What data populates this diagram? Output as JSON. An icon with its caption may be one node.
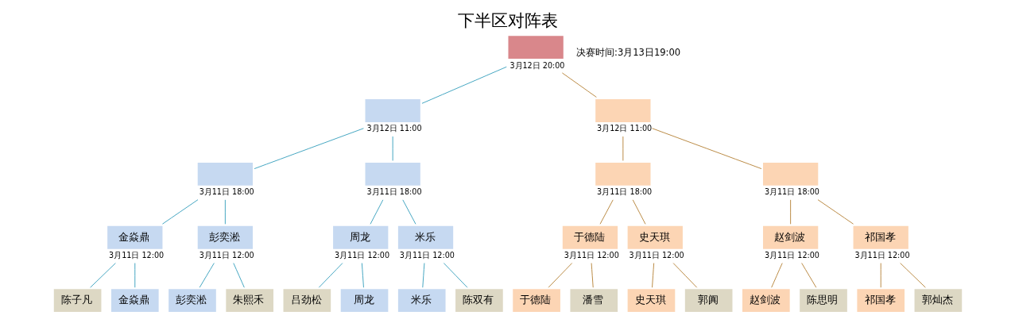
{
  "diagram": {
    "title": "下半区对阵表",
    "nodes": [
      {
        "text": [],
        "shape": "box",
        "beside": [
          "3月12日 20:00"
        ]
      },
      {
        "text": [],
        "shape": "box",
        "beside": [
          "3月12日 11:00"
        ]
      },
      {
        "text": [],
        "shape": "box",
        "beside": [
          "3月12日 11:00"
        ]
      },
      {
        "text": [],
        "shape": "box",
        "beside": [
          "3月11日 18:00"
        ]
      },
      {
        "text": [],
        "shape": "box",
        "beside": [
          "3月11日 18:00"
        ]
      },
      {
        "text": [],
        "shape": "box",
        "beside": [
          "3月11日 18:00"
        ]
      },
      {
        "text": [],
        "shape": "box",
        "beside": [
          "3月11日 18:00"
        ]
      },
      {
        "text": [
          "金焱鼎"
        ],
        "beside": [
          "3月11日 12:00"
        ]
      },
      {
        "text": [
          "彭奕淞"
        ],
        "beside": [
          "3月11日 12:00"
        ]
      },
      {
        "text": [
          "周龙"
        ],
        "beside": [
          "3月11日 12:00"
        ]
      },
      {
        "text": [
          "米乐"
        ],
        "beside": [
          "3月11日 12:00"
        ]
      },
      {
        "text": [
          "于德陆"
        ],
        "beside": [
          "3月11日 12:00"
        ]
      },
      {
        "text": [
          "史天琪"
        ],
        "beside": [
          "3月11日 12:00"
        ]
      },
      {
        "text": [
          "赵剑波"
        ],
        "beside": [
          "3月11日 12:00"
        ]
      },
      {
        "text": [
          "祁国孝"
        ],
        "beside": [
          "3月11日 12:00"
        ]
      },
      {
        "text": [
          "陈子凡"
        ]
      },
      {
        "text": [
          "金焱鼎"
        ]
      },
      {
        "text": [
          "彭奕淞"
        ]
      },
      {
        "text": [
          "朱熙禾"
        ]
      },
      {
        "text": [
          "吕劲松"
        ]
      },
      {
        "text": [
          "周龙"
        ]
      },
      {
        "text": [
          "米乐"
        ]
      },
      {
        "text": [
          "陈双有"
        ]
      },
      {
        "text": [
          "于德陆"
        ]
      },
      {
        "text": [
          "潘雪"
        ]
      },
      {
        "text": [
          "史天琪"
        ]
      },
      {
        "text": [
          "郭阗"
        ]
      },
      {
        "text": [
          "赵剑波"
        ]
      },
      {
        "text": [
          "陈思明"
        ]
      },
      {
        "text": [
          "祁国孝"
        ]
      },
      {
        "text": [
          "郭灿杰"
        ]
      }
    ],
    "edges": [
      {
        "from": 0,
        "to": 1,
        "arrow": "none",
        "color": "#3fa3c0"
      },
      {
        "from": 0,
        "to": 2,
        "arrow": "none",
        "color": "#b8873f"
      },
      {
        "from": 1,
        "to": 3,
        "arrow": "none",
        "color": "#3fa3c0"
      },
      {
        "from": 1,
        "to": 4,
        "arrow": "none",
        "color": "#3fa3c0"
      },
      {
        "from": 2,
        "to": 5,
        "arrow": "none",
        "color": "#b8873f"
      },
      {
        "from": 2,
        "to": 6,
        "arrow": "none",
        "color": "#b8873f"
      },
      {
        "from": 3,
        "to": 7,
        "arrow": "none",
        "color": "#3fa3c0"
      },
      {
        "from": 3,
        "to": 8,
        "arrow": "none",
        "color": "#3fa3c0"
      },
      {
        "from": 4,
        "to": 9,
        "arrow": "none",
        "color": "#3fa3c0"
      },
      {
        "from": 4,
        "to": 10,
        "arrow": "none",
        "color": "#3fa3c0"
      },
      {
        "from": 5,
        "to": 11,
        "arrow": "none",
        "color": "#b8873f"
      },
      {
        "from": 5,
        "to": 12,
        "arrow": "none",
        "color": "#b8873f"
      },
      {
        "from": 6,
        "to": 13,
        "arrow": "none",
        "color": "#b8873f"
      },
      {
        "from": 6,
        "to": 14,
        "arrow": "none",
        "color": "#b8873f"
      },
      {
        "from": 7,
        "to": 15,
        "arrow": "none",
        "color": "#3fa3c0"
      },
      {
        "from": 7,
        "to": 16,
        "arrow": "none",
        "color": "#3fa3c0"
      },
      {
        "from": 8,
        "to": 17,
        "arrow": "none",
        "color": "#3fa3c0"
      },
      {
        "from": 8,
        "to": 18,
        "arrow": "none",
        "color": "#3fa3c0"
      },
      {
        "from": 9,
        "to": 19,
        "arrow": "none",
        "color": "#3fa3c0"
      },
      {
        "from": 9,
        "to": 20,
        "arrow": "none",
        "color": "#3fa3c0"
      },
      {
        "from": 10,
        "to": 21,
        "arrow": "none",
        "color": "#3fa3c0"
      },
      {
        "from": 10,
        "to": 22,
        "arrow": "none",
        "color": "#3fa3c0"
      },
      {
        "from": 11,
        "to": 23,
        "arrow": "none",
        "color": "#b8873f"
      },
      {
        "from": 11,
        "to": 24,
        "arrow": "none",
        "color": "#b8873f"
      },
      {
        "from": 12,
        "to": 25,
        "arrow": "none",
        "color": "#b8873f"
      },
      {
        "from": 12,
        "to": 26,
        "arrow": "none",
        "color": "#b8873f"
      },
      {
        "from": 13,
        "to": 27,
        "arrow": "none",
        "color": "#b8873f"
      },
      {
        "from": 13,
        "to": 28,
        "arrow": "none",
        "color": "#b8873f"
      },
      {
        "from": 14,
        "to": 29,
        "arrow": "none",
        "color": "#b8873f"
      },
      {
        "from": 14,
        "to": 30,
        "arrow": "none",
        "color": "#b8873f"
      }
    ],
    "labels": [
      "决赛时间:3月13日19:00"
    ]
  }
}
